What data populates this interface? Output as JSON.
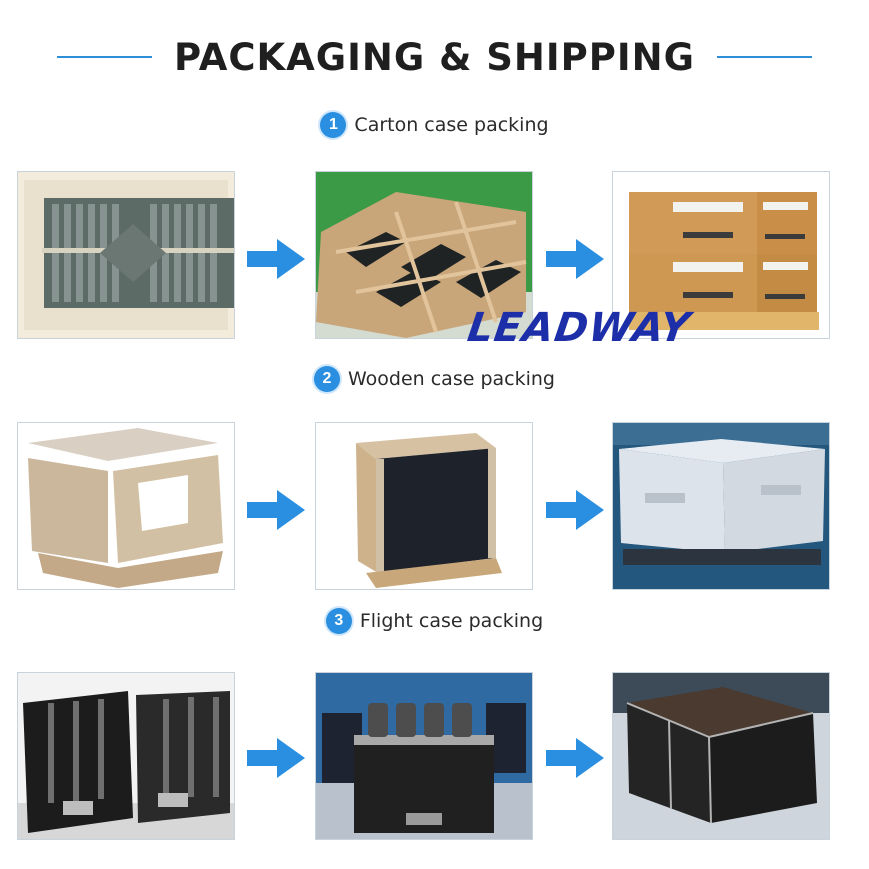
{
  "header": {
    "title": "PACKAGING & SHIPPING"
  },
  "sections": [
    {
      "number": "1",
      "label": "Carton case packing"
    },
    {
      "number": "2",
      "label": "Wooden case packing"
    },
    {
      "number": "3",
      "label": "Flight case packing"
    }
  ],
  "watermark": {
    "text": "LEADWAY"
  },
  "icons": {
    "arrow": "arrow-right-icon"
  },
  "colors": {
    "accent": "#2a8fe0",
    "title": "#1f1f1f",
    "watermark": "#1d2fa8"
  }
}
